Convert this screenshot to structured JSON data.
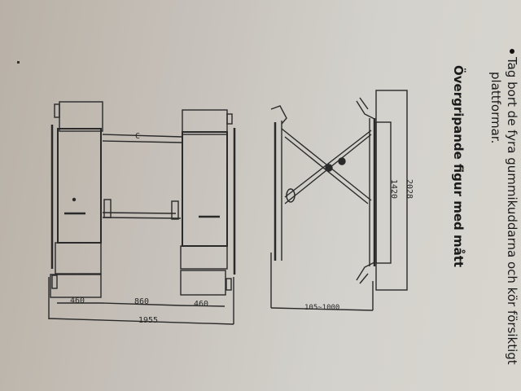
{
  "document": {
    "bullet_text_line1": "Tag bort de fyra gummikuddarna och kör försiktigt",
    "bullet_text_line2": "plattformar.",
    "section_heading": "Övergripande figur med mått"
  },
  "figure": {
    "top_view": {
      "dim_platform_left": "460",
      "dim_gap": "860",
      "dim_platform_right": "460",
      "dim_total_width": "1955",
      "marker_label": "C"
    },
    "side_view": {
      "dim_platform_length": "1420",
      "dim_total_length": "2028",
      "dim_height_range": "105~1000"
    }
  },
  "colors": {
    "paper": "#cfccc6",
    "ink": "#2a2a2a"
  }
}
